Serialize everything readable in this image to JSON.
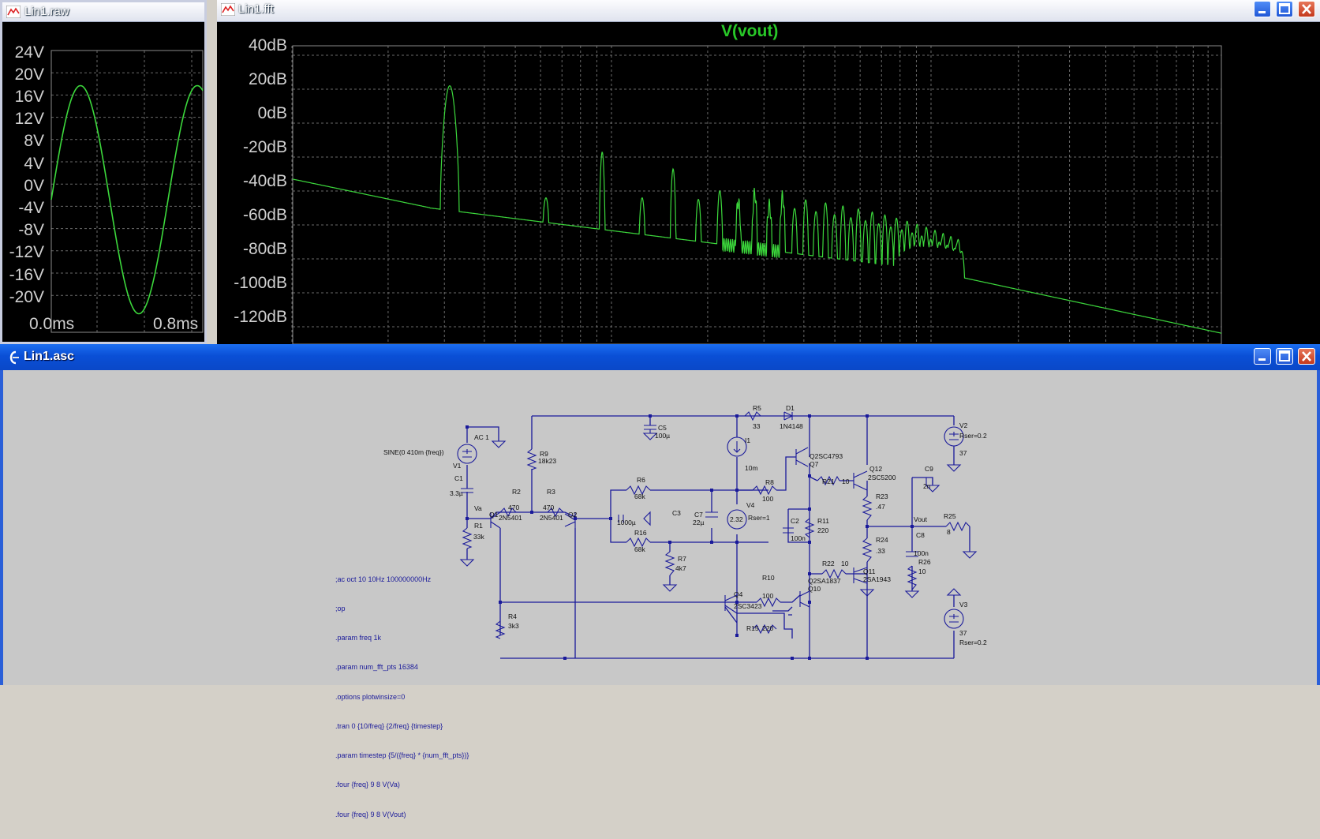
{
  "raw_window": {
    "title": "Lin1.raw",
    "y_ticks": [
      "24V",
      "20V",
      "16V",
      "12V",
      "8V",
      "4V",
      "0V",
      "-4V",
      "-8V",
      "-12V",
      "-16V",
      "-20V"
    ],
    "x_ticks": [
      "0.0ms",
      "0.8ms"
    ]
  },
  "fft_window": {
    "title": "Lin1.fft",
    "trace_name": "V(vout)",
    "y_ticks": [
      "40dB",
      "20dB",
      "0dB",
      "-20dB",
      "-40dB",
      "-60dB",
      "-80dB",
      "-100dB",
      "-120dB"
    ]
  },
  "schematic_window": {
    "title": "Lin1.asc",
    "directives": [
      ";ac oct 10 10Hz 100000000Hz",
      ";op",
      ".param freq 1k",
      ".param num_fft_pts 16384",
      ".options plotwinsize=0",
      ".tran 0 {10/freq} {2/freq} {timestep}",
      ".param timestep {5/({freq} * {num_fft_pts})}",
      ".four {freq} 9 8 V(Va)",
      ".four {freq} 9 8 V(Vout)"
    ],
    "labels": {
      "v1_src": "SINE(0 410m {freq})",
      "v1_ac": "AC 1",
      "v1": "V1",
      "c1": "C1",
      "c1_val": "3.3µ",
      "va": "Va",
      "r1": "R1",
      "r1_val": "33k",
      "r2": "R2",
      "r2_val": "470",
      "r3": "R3",
      "r3_val": "470",
      "q1": "Q1",
      "q1_part": "2N5401",
      "q2": "Q2",
      "q2_part": "2N5401",
      "r9": "R9",
      "r9_val": "18k23",
      "c5": "C5",
      "c5_val": "100µ",
      "r5": "R5",
      "r5_val": "33",
      "d1": "D1",
      "d1_part": "1N4148",
      "i1": "I1",
      "i1_val": "10m",
      "r6": "R6",
      "r6_val": "68k",
      "c3": "C3",
      "c3_val": "1000µ",
      "c7": "C7",
      "c7_val": "22µ",
      "v4": "V4",
      "v4_val": "2.32",
      "v4_rser": "Rser=1",
      "r16": "R16",
      "r16_val": "68k",
      "r7": "R7",
      "r7_val": "4k7",
      "r8": "R8",
      "r8_val": "100",
      "q7": "Q7",
      "q7_part": "Q2SC4793",
      "r21": "R21",
      "r21_val": "10",
      "q12": "Q12",
      "q12_part": "2SC5200",
      "r23": "R23",
      "r23_val": ".47",
      "c2": "C2",
      "c2_val": "100n",
      "r11": "R11",
      "r11_val": "220",
      "r24": "R24",
      "r24_val": ".33",
      "vout": "Vout",
      "c8": "C8",
      "c8_val": "100n",
      "r26": "R26",
      "r26_val": "10",
      "c9": "C9",
      "c9_val": "2n",
      "r25": "R25",
      "r25_val": "8",
      "v2": "V2",
      "v2_rser": "Rser=0.2",
      "v2_val": "37",
      "v3": "V3",
      "v3_val": "37",
      "v3_rser": "Rser=0.2",
      "r22": "R22",
      "r22_val": "10",
      "q11": "Q11",
      "q11_part": "2SA1943",
      "r10": "R10",
      "r10_val": "100",
      "q10": "Q10",
      "q10_part": "Q2SA1837",
      "q4": "Q4",
      "q4_part": "2SC3423",
      "r15": "R15",
      "r15_val": "220",
      "r4": "R4",
      "r4_val": "3k3"
    }
  },
  "colors": {
    "trace": "#3cd83c",
    "trace_title": "#28c828",
    "grid": "#8a8a8a",
    "wire": "#1a1a9a",
    "node": "#1a1a9a",
    "titlebar_active": "#0a4fd6"
  }
}
